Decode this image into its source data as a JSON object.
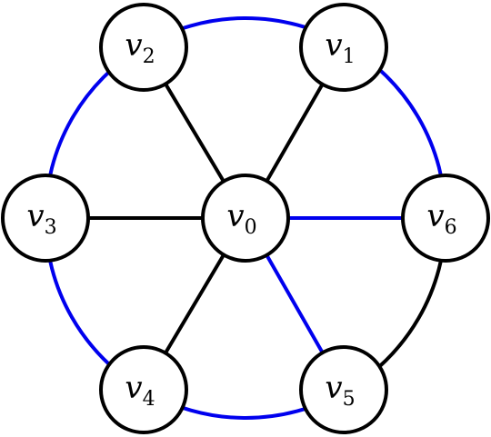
{
  "graph": {
    "nodes": [
      {
        "id": "v0",
        "label": "v",
        "sub": "0"
      },
      {
        "id": "v1",
        "label": "v",
        "sub": "1"
      },
      {
        "id": "v2",
        "label": "v",
        "sub": "2"
      },
      {
        "id": "v3",
        "label": "v",
        "sub": "3"
      },
      {
        "id": "v4",
        "label": "v",
        "sub": "4"
      },
      {
        "id": "v5",
        "label": "v",
        "sub": "5"
      },
      {
        "id": "v6",
        "label": "v",
        "sub": "6"
      }
    ],
    "edges": [
      {
        "from": "v0",
        "to": "v1",
        "kind": "spoke",
        "color": "#000000"
      },
      {
        "from": "v0",
        "to": "v2",
        "kind": "spoke",
        "color": "#000000"
      },
      {
        "from": "v0",
        "to": "v3",
        "kind": "spoke",
        "color": "#000000"
      },
      {
        "from": "v0",
        "to": "v4",
        "kind": "spoke",
        "color": "#000000"
      },
      {
        "from": "v0",
        "to": "v5",
        "kind": "spoke",
        "color": "#0000ee"
      },
      {
        "from": "v0",
        "to": "v6",
        "kind": "spoke",
        "color": "#0000ee"
      },
      {
        "from": "v1",
        "to": "v2",
        "kind": "rim",
        "color": "#0000ee"
      },
      {
        "from": "v2",
        "to": "v3",
        "kind": "rim",
        "color": "#0000ee"
      },
      {
        "from": "v3",
        "to": "v4",
        "kind": "rim",
        "color": "#0000ee"
      },
      {
        "from": "v4",
        "to": "v5",
        "kind": "rim",
        "color": "#0000ee"
      },
      {
        "from": "v5",
        "to": "v6",
        "kind": "rim",
        "color": "#000000"
      },
      {
        "from": "v6",
        "to": "v1",
        "kind": "rim",
        "color": "#0000ee"
      }
    ]
  },
  "colors": {
    "black": "#000000",
    "blue": "#0000ee",
    "background": "#ffffff"
  }
}
